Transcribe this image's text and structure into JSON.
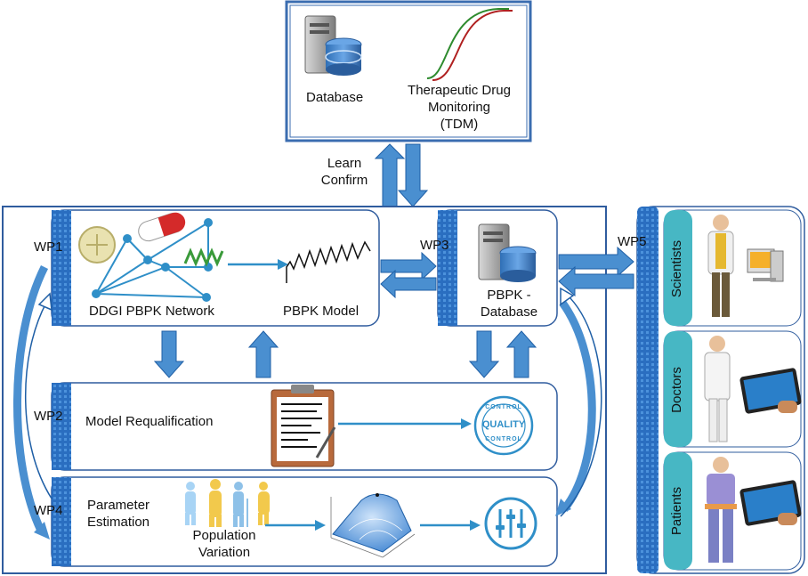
{
  "top": {
    "database_label": "Database",
    "tdm_line1": "Therapeutic Drug",
    "tdm_line2": "Monitoring",
    "tdm_line3": "(TDM)"
  },
  "flow": {
    "learn": "Learn",
    "confirm": "Confirm"
  },
  "wp": {
    "wp1": "WP1",
    "wp2": "WP2",
    "wp3": "WP3",
    "wp4": "WP4",
    "wp5": "WP5"
  },
  "wp1_box": {
    "network_label": "DDGI PBPK Network",
    "model_label": "PBPK Model"
  },
  "wp3_box": {
    "line1": "PBPK -",
    "line2": "Database"
  },
  "wp2_box": {
    "label": "Model Requalification",
    "stamp_top": "CONTROL",
    "stamp_mid": "QUALITY",
    "stamp_bottom": "CONTROL"
  },
  "wp4_box": {
    "param_line1": "Parameter",
    "param_line2": "Estimation",
    "pop_line1": "Population",
    "pop_line2": "Variation"
  },
  "stakeholders": {
    "scientists": "Scientists",
    "doctors": "Doctors",
    "patients": "Patients"
  },
  "colors": {
    "arrow_blue": "#4a8fd0",
    "tab_blue": "#1f5fa6",
    "teal": "#47b7c4",
    "frame": "#2f5c9e"
  }
}
